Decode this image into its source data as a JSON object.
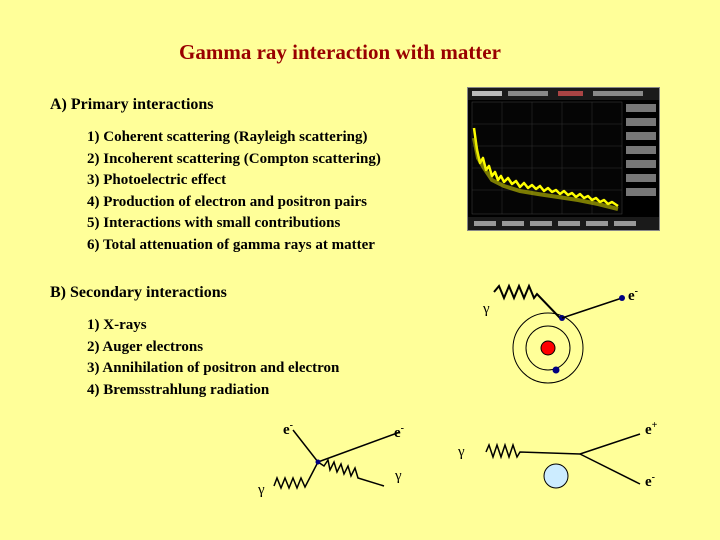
{
  "title": "Gamma ray interaction with matter",
  "section_a": {
    "heading": "A) Primary interactions",
    "items": [
      "1) Coherent scattering (Rayleigh scattering)",
      "2) Incoherent scattering (Compton scattering)",
      "3) Photoelectric effect",
      "4) Production of electron and positron pairs",
      "5) Interactions with small contributions",
      "6) Total attenuation of gamma rays at matter"
    ]
  },
  "section_b": {
    "heading": "B) Secondary interactions",
    "items": [
      "1) X-rays",
      "2) Auger electrons",
      "3) Annihilation of positron and electron",
      "4) Bremsstrahlung radiation"
    ]
  },
  "symbols": {
    "gamma": "γ",
    "electron": "e",
    "minus": "-",
    "plus": "+"
  },
  "colors": {
    "title": "#990000",
    "background": "#ffff99",
    "nucleus": "#ff0000",
    "electron_dot": "#000080",
    "pair_nucleus": "#ccecff",
    "spectrum": "#ffff00"
  }
}
